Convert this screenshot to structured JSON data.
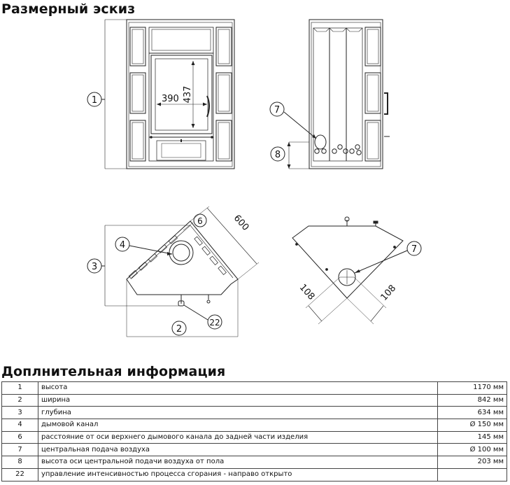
{
  "sketch": {
    "title": "Размерный эскиз",
    "front_labels": {
      "dim_width": "390",
      "dim_height": "437",
      "callout_1": "1"
    },
    "side_labels": {
      "callout_7": "7",
      "callout_8": "8"
    },
    "top_labels": {
      "callout_3": "3",
      "callout_4": "4",
      "callout_6": "6",
      "dim_600": "600",
      "callout_2": "2",
      "callout_22": "22"
    },
    "bottom_labels": {
      "callout_7": "7",
      "dim_108_left": "108",
      "dim_108_right": "108"
    }
  },
  "info": {
    "title": "Доплнительная информация",
    "rows": [
      {
        "num": "1",
        "desc": "высота",
        "value": "1170 мм"
      },
      {
        "num": "2",
        "desc": "ширина",
        "value": "842 мм"
      },
      {
        "num": "3",
        "desc": "глубина",
        "value": "634 мм"
      },
      {
        "num": "4",
        "desc": "дымовой канал",
        "value": "Ø 150 мм"
      },
      {
        "num": "6",
        "desc": "расстояние от оси верхнего дымового канала до задней части изделия",
        "value": "145 мм"
      },
      {
        "num": "7",
        "desc": "центральная подача воздуха",
        "value": "Ø 100 мм"
      },
      {
        "num": "8",
        "desc": "высота оси центральной подачи воздуха от пола",
        "value": "203 мм"
      },
      {
        "num": "22",
        "desc": "управление интенсивностью процесса сгорания - направо открыто",
        "value": ""
      }
    ]
  }
}
